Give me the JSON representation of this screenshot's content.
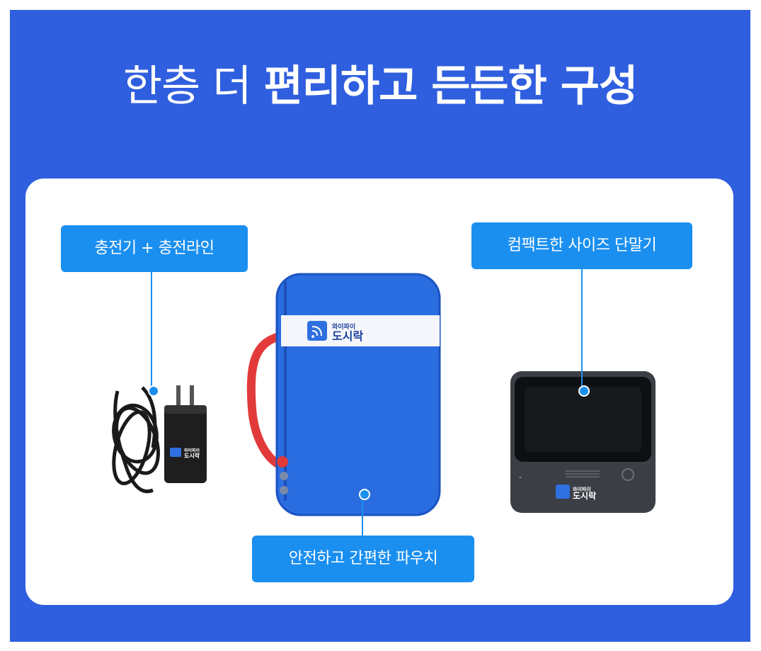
{
  "headline": {
    "light": "한층 더 ",
    "bold": "편리하고 든든한 구성"
  },
  "labels": {
    "charger": "충전기 + 충전라인",
    "device": "컴팩트한 사이즈 단말기",
    "pouch": "안전하고 간편한 파우치"
  },
  "brand": {
    "small": "와이파이",
    "large": "도시락"
  },
  "colors": {
    "background": "#2f5fde",
    "label": "#1b8ff0",
    "pouch": "#2a6de0",
    "handle": "#e23a3a"
  },
  "icons": [
    "wifi-logo-icon"
  ]
}
